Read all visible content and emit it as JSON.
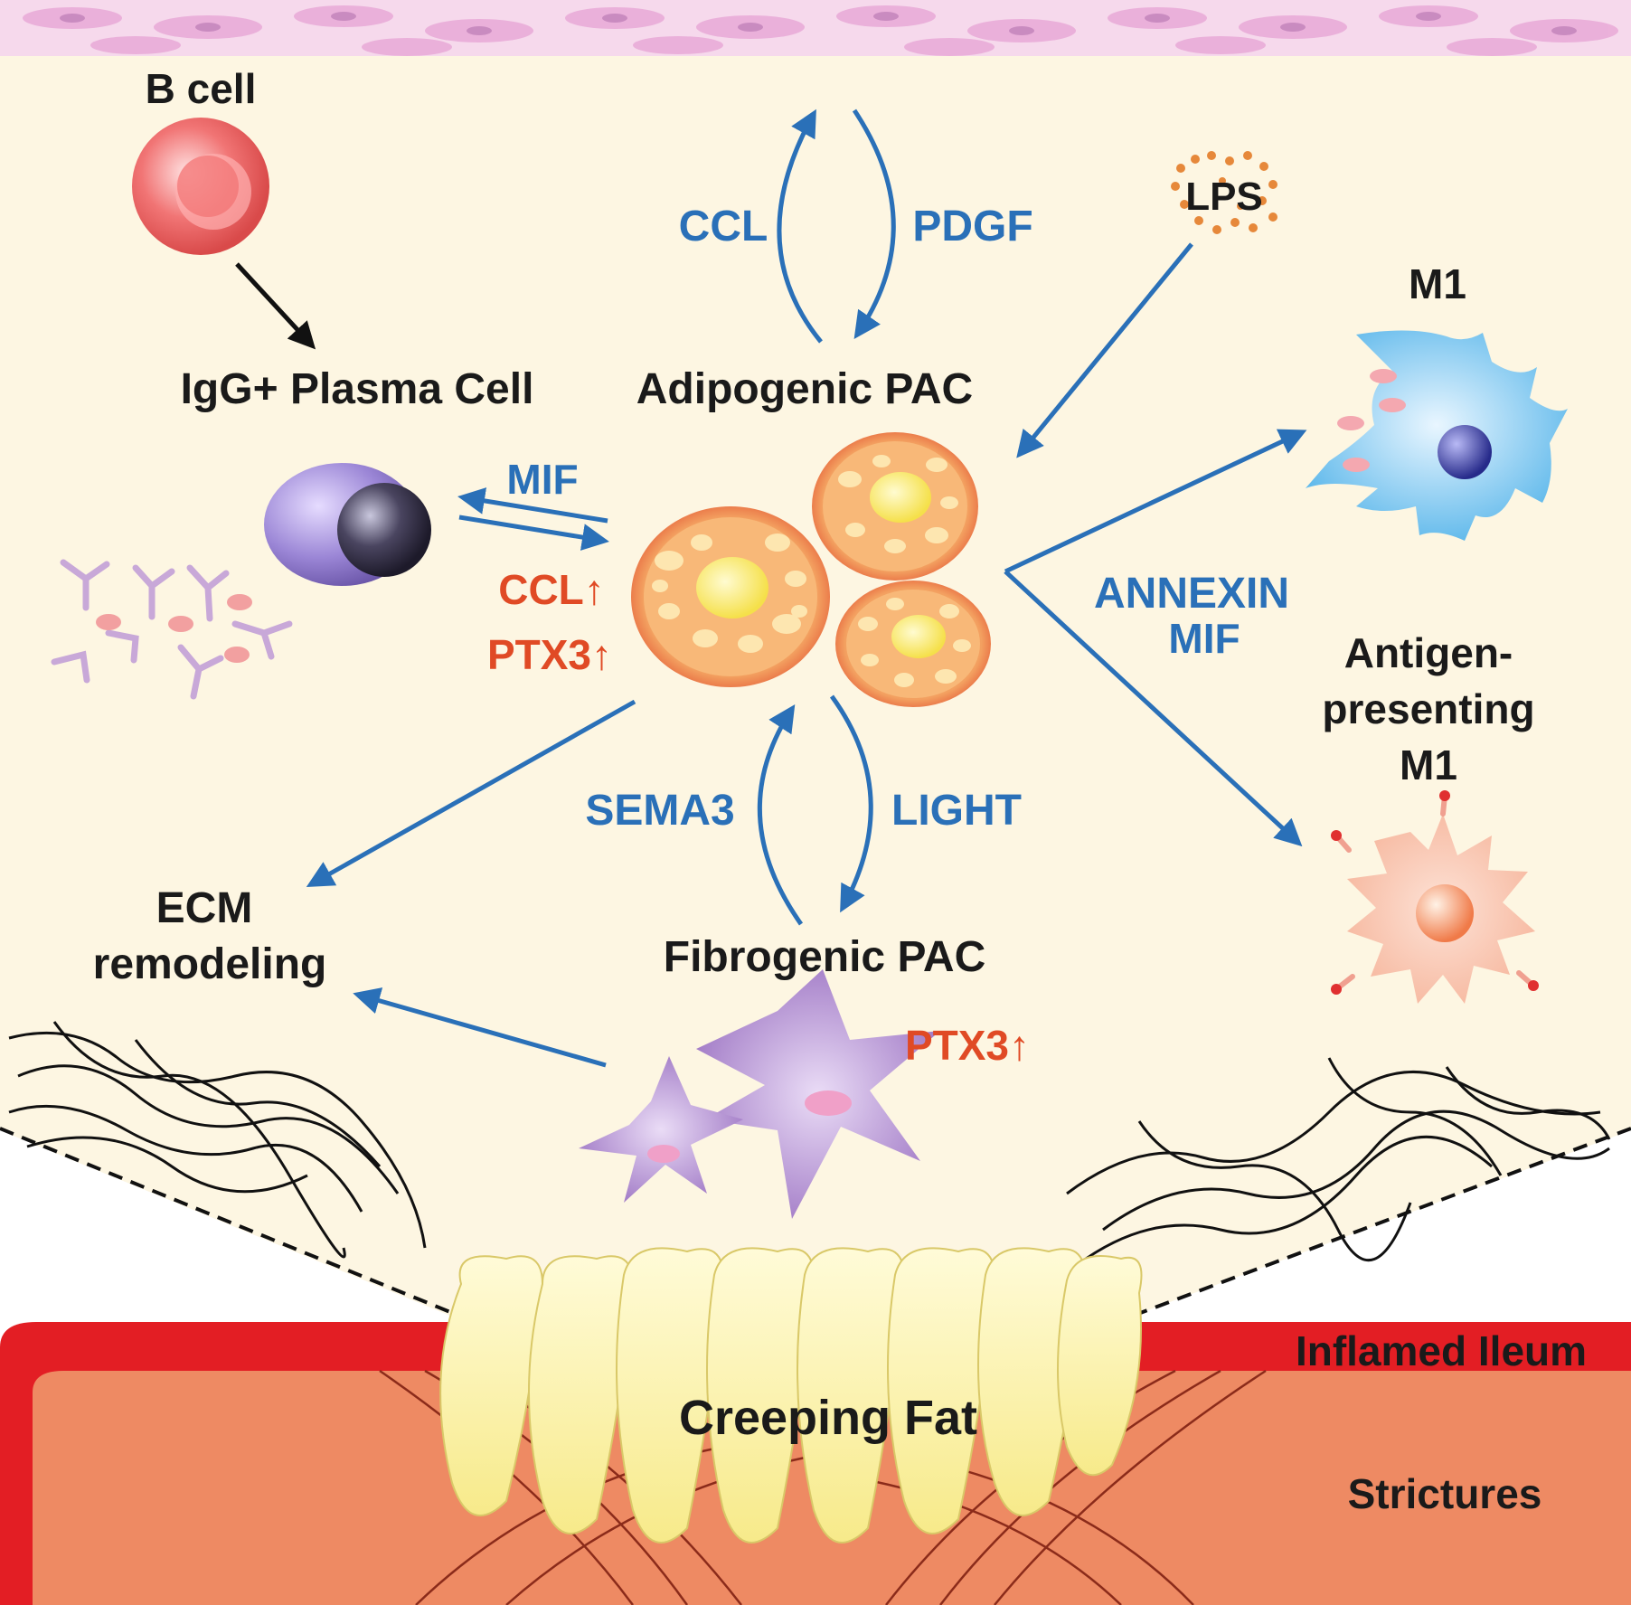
{
  "colors": {
    "background": "#fdf6e2",
    "signal_blue": "#2a70b8",
    "upregulated_red": "#e04a25",
    "ileum_red": "#e31e24",
    "stricture_orange": "#ee8a63",
    "creeping_fat_yellow": "#fbf2a4"
  },
  "labels": {
    "b_cell": "B cell",
    "plasma_cell": "IgG+ Plasma Cell",
    "adipogenic_pac": "Adipogenic PAC",
    "fibrogenic_pac": "Fibrogenic PAC",
    "lps": "LPS",
    "m1": "M1",
    "apc_line1": "Antigen-",
    "apc_line2": "presenting",
    "apc_line3": "M1",
    "ecm_line1": "ECM",
    "ecm_line2": "remodeling",
    "creeping_fat": "Creeping Fat",
    "inflamed_ileum": "Inflamed Ileum",
    "strictures": "Strictures"
  },
  "signals": {
    "ccl_up": "CCL",
    "pdgf": "PDGF",
    "mif_plasma": "MIF",
    "ccl_upregulated": "CCL↑",
    "ptx3_upregulated": "PTX3↑",
    "annexin": "ANNEXIN",
    "mif_macrophage": "MIF",
    "sema3": "SEMA3",
    "light": "LIGHT",
    "ptx3_fibrogenic": "PTX3↑"
  }
}
